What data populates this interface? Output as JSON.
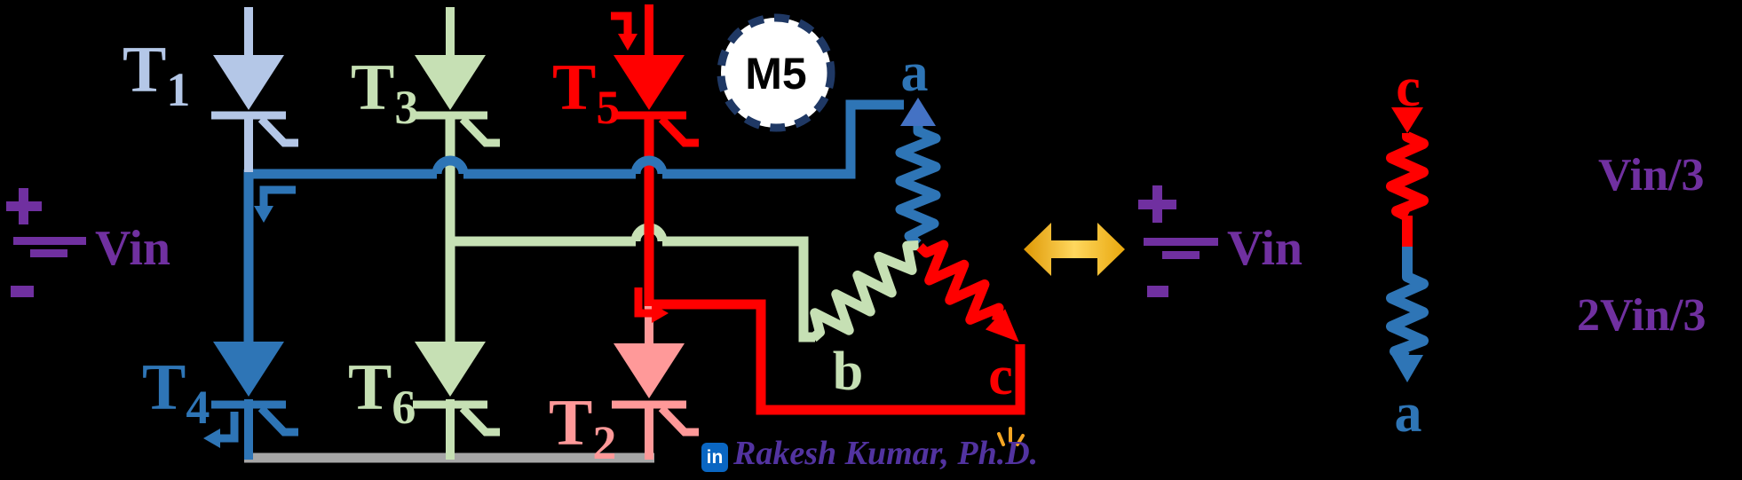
{
  "colors": {
    "background": "#000000",
    "light_blue": "#B4C7E7",
    "dark_blue": "#2E75B6",
    "arrow_blue": "#4472C4",
    "light_green": "#C6E0B4",
    "red": "#FF0000",
    "pink": "#FF9999",
    "gray_bus": "#A6A6A6",
    "purple": "#7030A0",
    "gold": "#FFC000",
    "motor_ring_navy": "#1F3864",
    "signature_purple": "#5233A0",
    "linkedin_blue": "#0A66C2",
    "sparkle_orange": "#F5A623"
  },
  "bridge": {
    "thyristors": [
      {
        "name": "T",
        "sub": "1",
        "color": "#B4C7E7"
      },
      {
        "name": "T",
        "sub": "3",
        "color": "#C6E0B4"
      },
      {
        "name": "T",
        "sub": "5",
        "color": "#FF0000"
      },
      {
        "name": "T",
        "sub": "4",
        "color": "#2E75B6"
      },
      {
        "name": "T",
        "sub": "6",
        "color": "#C6E0B4"
      },
      {
        "name": "T",
        "sub": "2",
        "color": "#FF9999"
      }
    ],
    "motor_label": "M5",
    "phase_labels": {
      "a": "a",
      "b": "b",
      "c": "c"
    },
    "phase_colors": {
      "a": "#2E75B6",
      "b": "#C6E0B4",
      "c": "#FF0000"
    }
  },
  "source_left": {
    "plus": "+",
    "minus": "−",
    "label": "Vin"
  },
  "source_right": {
    "plus": "+",
    "minus": "−",
    "label": "Vin"
  },
  "equivalent_circuit": {
    "top_terminal": "c",
    "bottom_terminal": "a",
    "top_terminal_color": "#FF0000",
    "bottom_terminal_color": "#2E75B6",
    "upper_voltage": "Vin/3",
    "lower_voltage": "2Vin/3"
  },
  "signature": {
    "badge": "in",
    "text": "Rakesh Kumar, Ph.D."
  }
}
